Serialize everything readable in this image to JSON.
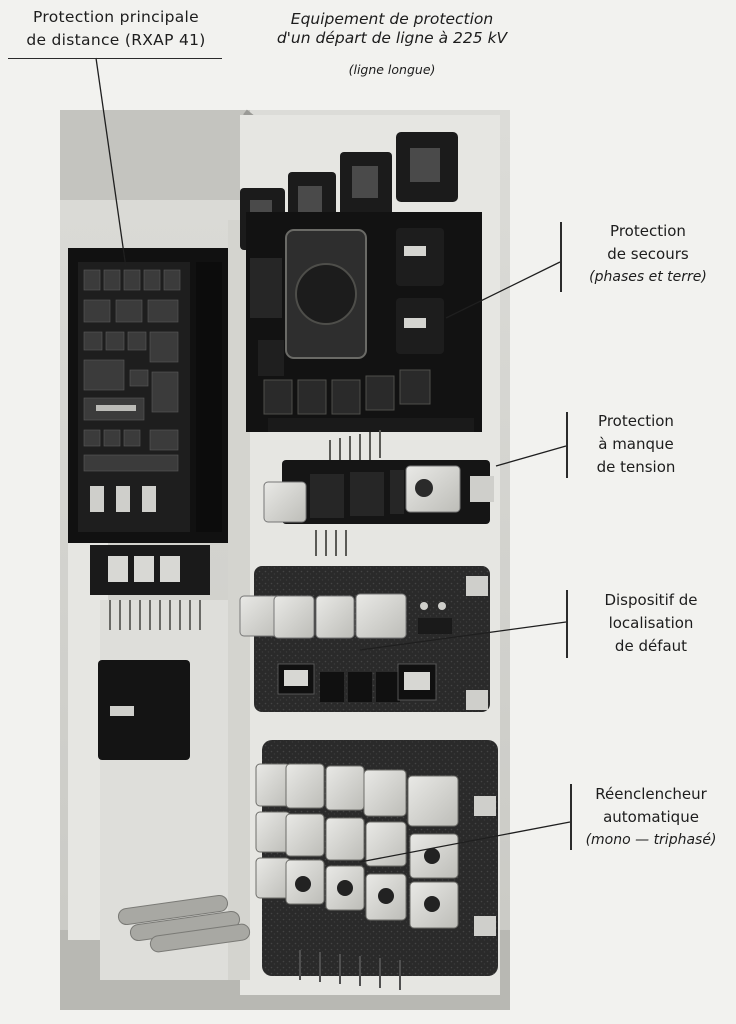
{
  "header": {
    "top_left_label": [
      "Protection principale",
      "de distance (RXAP 41)"
    ],
    "title": [
      "Equipement de protection",
      "d'un départ de ligne à 225 kV"
    ],
    "subtitle": "(ligne longue)"
  },
  "callouts": {
    "secours": {
      "lines": [
        "Protection",
        "de secours"
      ],
      "note": "(phases et terre)"
    },
    "tension": {
      "lines": [
        "Protection",
        "à manque",
        "de tension"
      ]
    },
    "localisation": {
      "lines": [
        "Dispositif de",
        "localisation",
        "de défaut"
      ]
    },
    "reenclencheur": {
      "lines": [
        "Réenclencheur",
        "automatique"
      ],
      "note": "(mono — triphasé)"
    }
  },
  "colors": {
    "paper": "#f2f2ef",
    "ink": "#1d1d1d",
    "panel_black": "#161616",
    "cabinet_white": "#e6e6e2"
  }
}
